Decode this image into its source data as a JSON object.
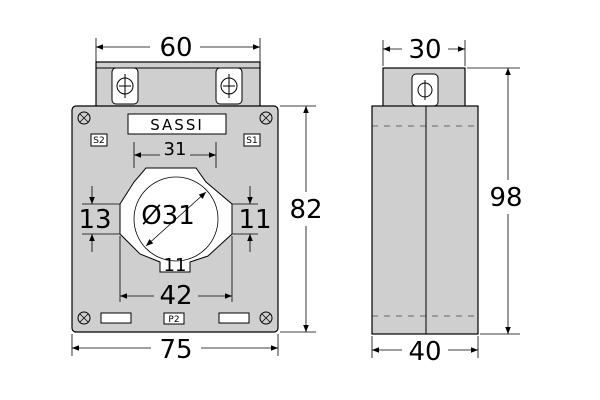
{
  "front_view": {
    "brand": "SASSI",
    "terminals": {
      "s2": "S2",
      "s1": "S1",
      "p2": "P2"
    },
    "dims": {
      "top_width": "60",
      "width": "75",
      "height": "82",
      "window_top": "31",
      "window_diameter": "Ø31",
      "window_left": "13",
      "window_right": "11",
      "window_bottom": "11",
      "window_width": "42"
    }
  },
  "side_view": {
    "dims": {
      "top_width": "30",
      "width": "40",
      "height": "98"
    }
  }
}
